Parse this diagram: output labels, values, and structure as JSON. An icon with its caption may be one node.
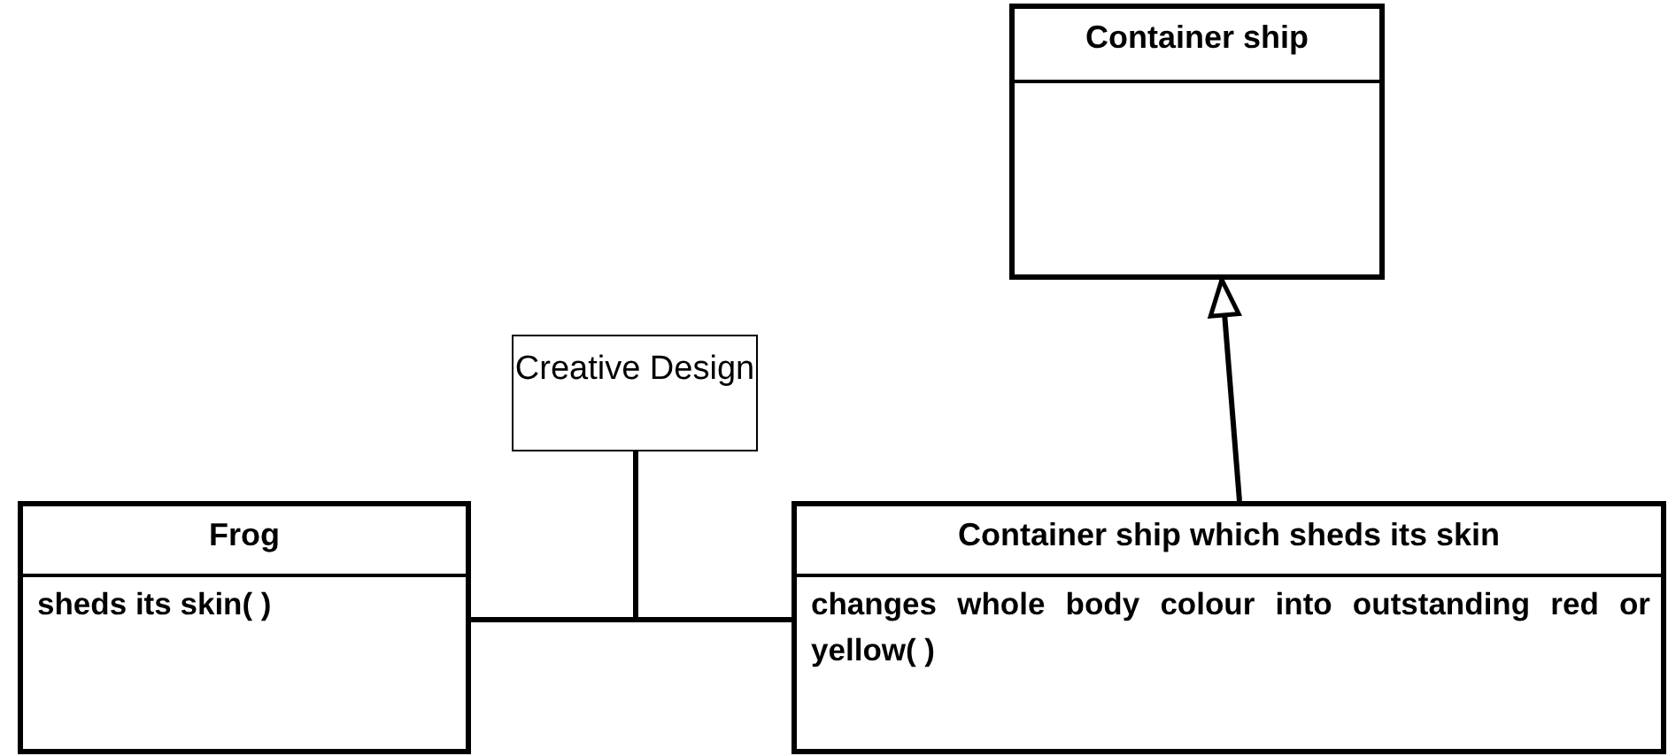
{
  "diagram": {
    "nodes": [
      {
        "text": [
          "Container ship"
        ]
      },
      {
        "text": [
          "Creative Design"
        ]
      },
      {
        "text": [
          "Frog",
          "sheds its skin( )"
        ]
      },
      {
        "text": [
          "Container ship which sheds its skin",
          "changes whole body colour into outstanding red or yellow( )"
        ]
      }
    ],
    "edges": [
      {
        "from": 3,
        "to": 0,
        "arrow": "to"
      },
      {
        "from": 2,
        "to": 3,
        "arrow": "none"
      },
      {
        "from": 1,
        "to": null,
        "arrow": "none"
      }
    ]
  }
}
